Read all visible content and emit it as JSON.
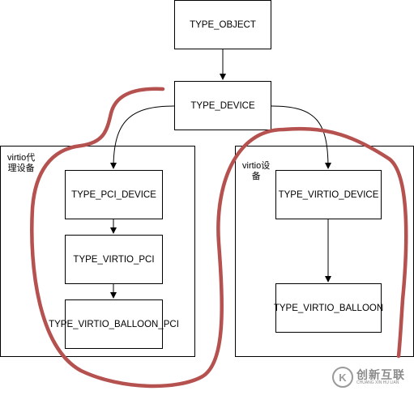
{
  "nodes": {
    "type_object": "TYPE_OBJECT",
    "type_device": "TYPE_DEVICE",
    "type_pci_device": "TYPE_PCI_DEVICE",
    "type_virtio_pci": "TYPE_VIRTIO_PCI",
    "type_virtio_balloon_pci": "TYPE_VIRTIO_BALLOON_PCI",
    "type_virtio_device": "TYPE_VIRTIO_DEVICE",
    "type_virtio_balloon": "TYPE_VIRTIO_BALLOON"
  },
  "groups": {
    "left_label_line1": "virtio代",
    "left_label_line2": "理设备",
    "right_label_line1": "virtio设",
    "right_label_line2": "备"
  },
  "watermark": {
    "logo_glyph": "K",
    "brand_cn": "创新互联",
    "brand_en": "CHUANG XIN HU LIAN"
  },
  "colors": {
    "line": "#000000",
    "highlight": "#b5514f"
  }
}
